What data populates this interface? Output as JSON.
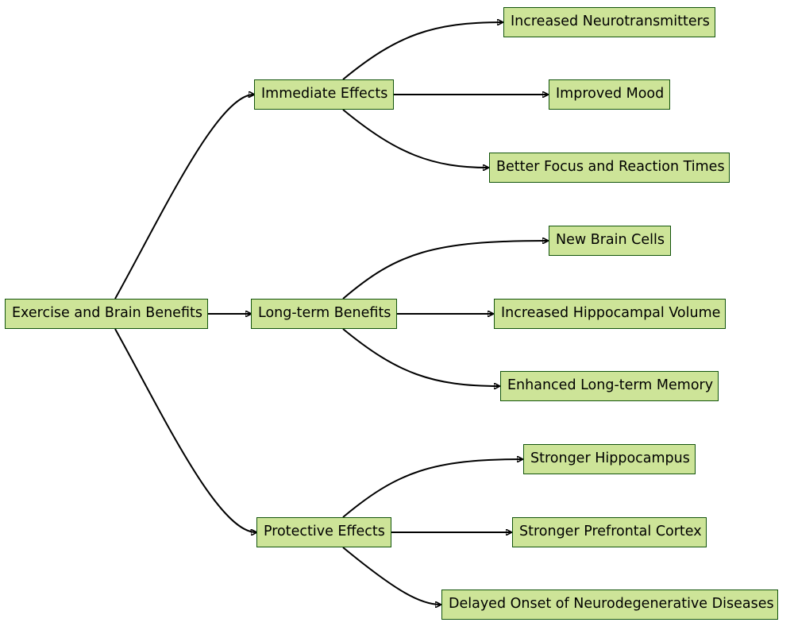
{
  "diagram": {
    "root": "Exercise and Brain Benefits",
    "immediate": {
      "label": "Immediate Effects",
      "neurotransmitters": "Increased Neurotransmitters",
      "mood": "Improved Mood",
      "focus": "Better Focus and Reaction Times"
    },
    "longterm": {
      "label": "Long-term Benefits",
      "cells": "New Brain Cells",
      "volume": "Increased Hippocampal Volume",
      "memory": "Enhanced Long-term Memory"
    },
    "protective": {
      "label": "Protective Effects",
      "hippocampus": "Stronger Hippocampus",
      "prefrontal": "Stronger Prefrontal Cortex",
      "neurodegenerative": "Delayed Onset of Neurodegenerative Diseases"
    }
  },
  "colors": {
    "node_fill": "#cde498",
    "node_border": "#13540c",
    "edge": "#000000"
  }
}
